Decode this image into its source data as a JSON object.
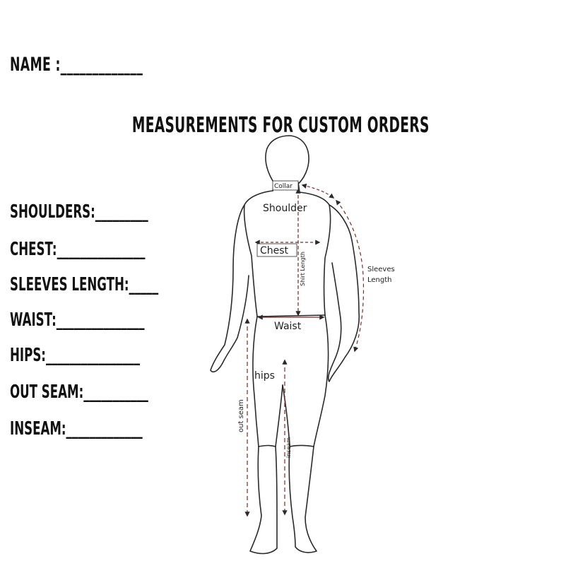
{
  "name_label": "NAME :_____________",
  "title": "MEASUREMENTS FOR CUSTOM ORDERS",
  "fields": [
    "SHOULDERS:_________",
    "CHEST:_______________",
    "SLEEVES LENGTH:_____",
    "WAIST:_______________",
    "HIPS:________________",
    "OUT SEAM:___________",
    "INSEAM:_____________"
  ],
  "figure_labels": {
    "collar": "Collar",
    "shoulder": "Shoulder",
    "chest": "Chest",
    "shirt_length": "Shirt Length",
    "sleeves_line1": "Sleeves",
    "sleeves_line2": "Length",
    "waist": "Waist",
    "hips": "hips",
    "out_seam": "out seam",
    "inseam": "inseam"
  },
  "colors": {
    "text": "#111111",
    "outline": "#2a2a2a",
    "measure_line": "#7a2b2b"
  }
}
